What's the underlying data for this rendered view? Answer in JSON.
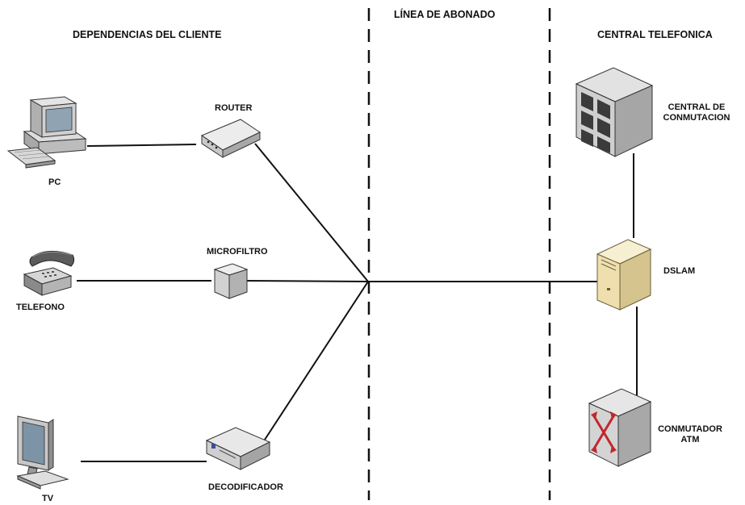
{
  "zones": {
    "client": "DEPENDENCIAS DEL CLIENTE",
    "line": "LÍNEA DE ABONADO",
    "exchange": "CENTRAL TELEFONICA"
  },
  "devices": {
    "pc": "PC",
    "router": "ROUTER",
    "phone": "TELEFONO",
    "microfilter": "MICROFILTRO",
    "tv": "TV",
    "decoder": "DECODIFICADOR",
    "switching_center_line1": "CENTRAL DE",
    "switching_center_line2": "CONMUTACION",
    "dslam": "DSLAM",
    "atm_switch_line1": "CONMUTADOR",
    "atm_switch_line2": "ATM"
  },
  "colors": {
    "line": "#111111",
    "device_light": "#e8e8e8",
    "device_dark": "#555555",
    "dslam_body": "#f3e8c2",
    "atm_arrow": "#c0282d"
  }
}
